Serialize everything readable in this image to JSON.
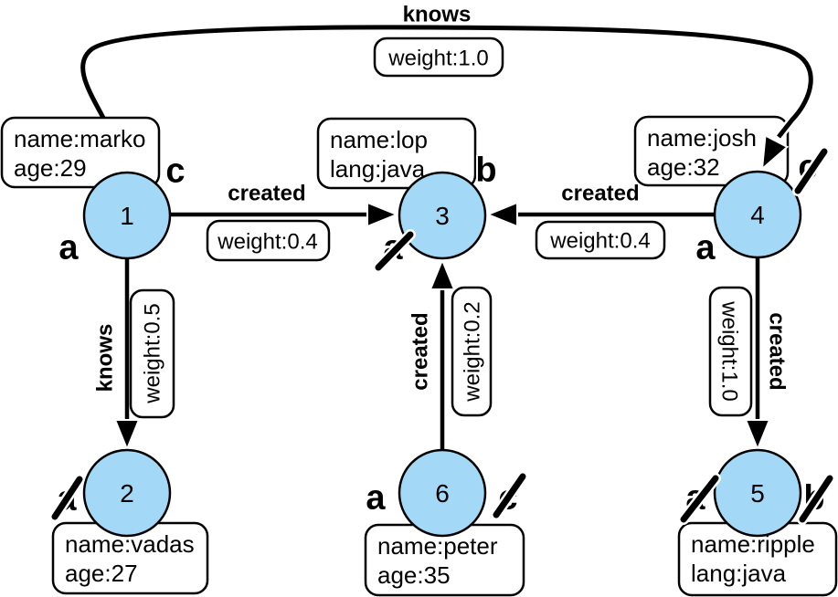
{
  "graph": {
    "nodes": [
      {
        "id": "1",
        "props": [
          "name:marko",
          "age:29"
        ],
        "marks": [
          {
            "letter": "a",
            "crossed": false
          },
          {
            "letter": "c",
            "crossed": false
          }
        ]
      },
      {
        "id": "2",
        "props": [
          "name:vadas",
          "age:27"
        ],
        "marks": [
          {
            "letter": "a",
            "crossed": true
          }
        ]
      },
      {
        "id": "3",
        "props": [
          "name:lop",
          "lang:java"
        ],
        "marks": [
          {
            "letter": "a",
            "crossed": true
          },
          {
            "letter": "b",
            "crossed": false
          }
        ]
      },
      {
        "id": "4",
        "props": [
          "name:josh",
          "age:32"
        ],
        "marks": [
          {
            "letter": "a",
            "crossed": false
          },
          {
            "letter": "c",
            "crossed": true
          }
        ]
      },
      {
        "id": "5",
        "props": [
          "name:ripple",
          "lang:java"
        ],
        "marks": [
          {
            "letter": "a",
            "crossed": true
          },
          {
            "letter": "b",
            "crossed": true
          }
        ]
      },
      {
        "id": "6",
        "props": [
          "name:peter",
          "age:35"
        ],
        "marks": [
          {
            "letter": "a",
            "crossed": false
          },
          {
            "letter": "c",
            "crossed": true
          }
        ]
      }
    ],
    "edges": [
      {
        "from": "1",
        "to": "4",
        "label": "knows",
        "weight": "weight:1.0"
      },
      {
        "from": "1",
        "to": "3",
        "label": "created",
        "weight": "weight:0.4"
      },
      {
        "from": "4",
        "to": "3",
        "label": "created",
        "weight": "weight:0.4"
      },
      {
        "from": "1",
        "to": "2",
        "label": "knows",
        "weight": "weight:0.5"
      },
      {
        "from": "6",
        "to": "3",
        "label": "created",
        "weight": "weight:0.2"
      },
      {
        "from": "4",
        "to": "5",
        "label": "created",
        "weight": "weight:1.0"
      }
    ],
    "colors": {
      "node_fill": "#A3D9F7",
      "node_stroke": "#000000",
      "mark_red": "#CC1122",
      "edge_black": "#000000"
    }
  }
}
